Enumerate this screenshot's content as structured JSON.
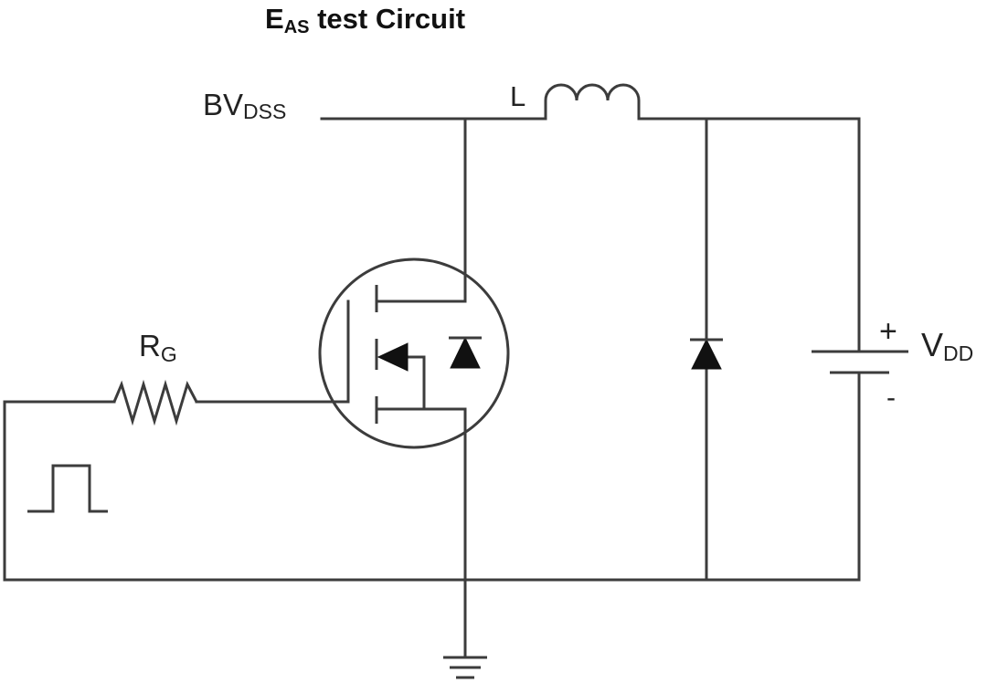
{
  "title": {
    "main": "E",
    "sub": "AS",
    "rest": " test Circuit"
  },
  "labels": {
    "bvdss_main": "BV",
    "bvdss_sub": "DSS",
    "inductor": "L",
    "rg_main": "R",
    "rg_sub": "G",
    "vdd_main": "V",
    "vdd_sub": "DD",
    "plus": "+",
    "minus": "-"
  }
}
